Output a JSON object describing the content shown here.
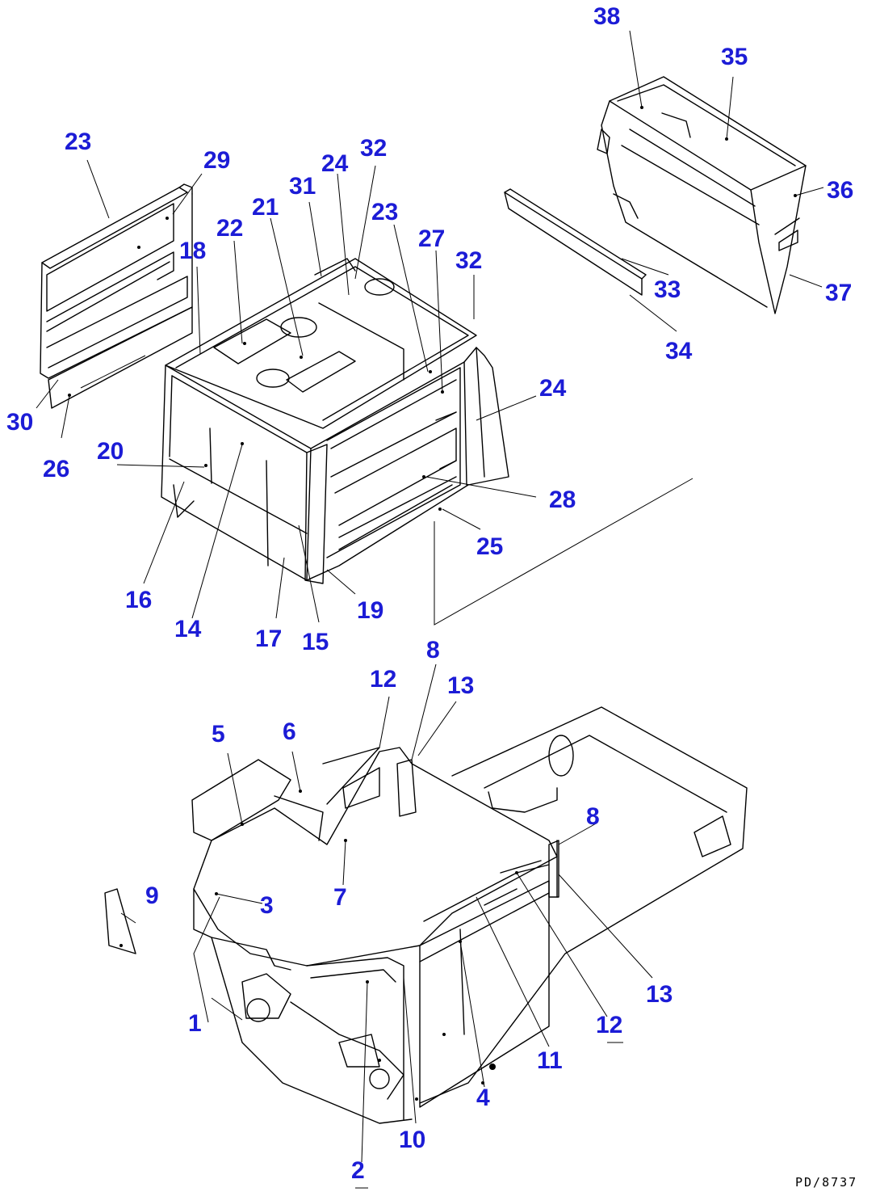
{
  "diagram": {
    "callouts": {
      "c1": "1",
      "c2": "2",
      "c3": "3",
      "c4": "4",
      "c5": "5",
      "c6": "6",
      "c7": "7",
      "c8a": "8",
      "c8b": "8",
      "c9": "9",
      "c10": "10",
      "c11": "11",
      "c12a": "12",
      "c12b": "12",
      "c13a": "13",
      "c13b": "13",
      "c14": "14",
      "c15": "15",
      "c16": "16",
      "c17": "17",
      "c18": "18",
      "c19": "19",
      "c20": "20",
      "c21": "21",
      "c22": "22",
      "c23a": "23",
      "c23b": "23",
      "c24a": "24",
      "c24b": "24",
      "c25": "25",
      "c26": "26",
      "c27": "27",
      "c28": "28",
      "c29": "29",
      "c30": "30",
      "c31": "31",
      "c32a": "32",
      "c32b": "32",
      "c33": "33",
      "c34": "34",
      "c35": "35",
      "c36": "36",
      "c37": "37",
      "c38": "38"
    },
    "drawing_code": "PD/8737",
    "callout_color": "#1c1cd6"
  }
}
